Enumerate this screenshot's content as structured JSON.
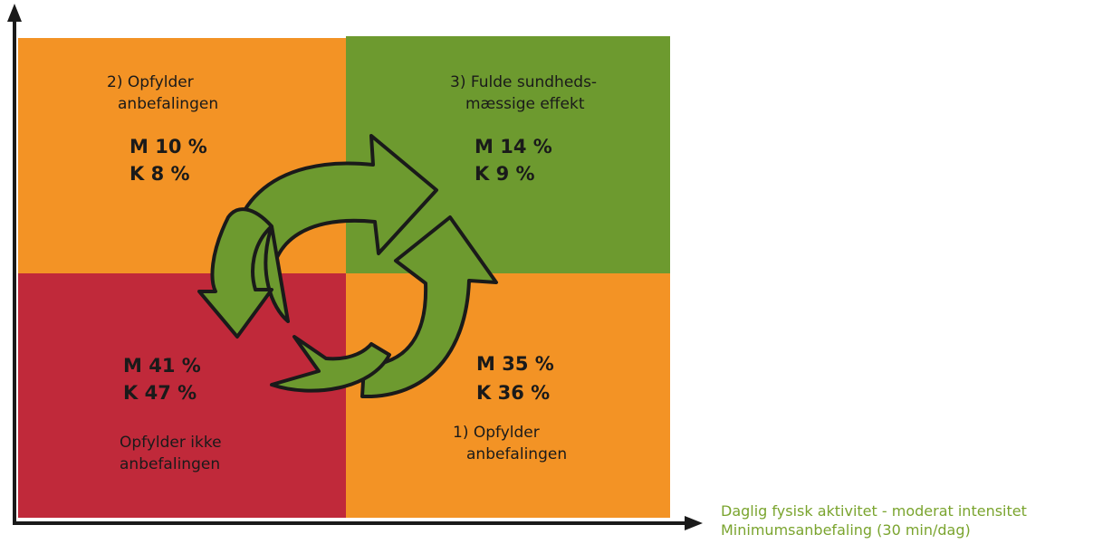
{
  "quadrants": {
    "top_left": {
      "label_line1": "2) Opfylder",
      "label_line2": "anbefalingen",
      "stat_m": "M 10 %",
      "stat_k": "K 8 %",
      "color": "#f39325"
    },
    "top_right": {
      "label_line1": "3) Fulde sundheds-",
      "label_line2": "mæssige effekt",
      "stat_m": "M 14 %",
      "stat_k": "K 9 %",
      "color": "#6d9a2f"
    },
    "bottom_left": {
      "stat_m": "M 41 %",
      "stat_k": "K 47 %",
      "label_line1": "Opfylder ikke",
      "label_line2": "anbefalingen",
      "color": "#c0293a"
    },
    "bottom_right": {
      "stat_m": "M 35 %",
      "stat_k": "K 36 %",
      "label_line1": "1) Opfylder",
      "label_line2": "anbefalingen",
      "color": "#f39325"
    }
  },
  "x_axis": {
    "caption_line1": "Daglig fysisk aktivitet - moderat intensitet",
    "caption_line2": "Minimumsanbefaling (30 min/dag)",
    "caption_color": "#7aa42e"
  },
  "cycle_arrows": {
    "fill_color": "#6d9a2f",
    "outline_color": "#1a1a1a",
    "count": 4
  }
}
